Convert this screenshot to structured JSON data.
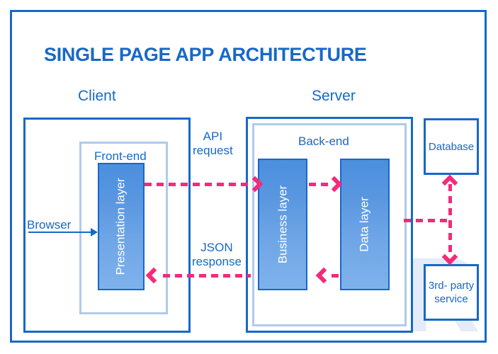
{
  "page": {
    "title_highlight": "SINGLE PAGE APP",
    "title_rest": " ARCHITECTURE",
    "watermark": "R",
    "colors": {
      "blue": "#1868C8",
      "pink": "#F42A7B",
      "light_blue_border": "#AFCBEA",
      "gradient_top": "#4B8FDE",
      "gradient_bottom": "#7FB2EC",
      "watermark": "#E3ECF8",
      "background": "#FFFFFF"
    }
  },
  "captions": {
    "client": "Client",
    "server": "Server"
  },
  "client": {
    "frontend_label": "Front-end",
    "presentation_layer": "Presentation layer",
    "browser_label": "Browser"
  },
  "server": {
    "backend_label": "Back-end",
    "business_layer": "Business layer",
    "data_layer": "Data layer"
  },
  "external": {
    "database": "Database",
    "third_party": "3rd- party service"
  },
  "flows": {
    "api_request": "API\nrequest",
    "api_request_line1": "API",
    "api_request_line2": "request",
    "json_response_line1": "JSON",
    "json_response_line2": "response"
  }
}
